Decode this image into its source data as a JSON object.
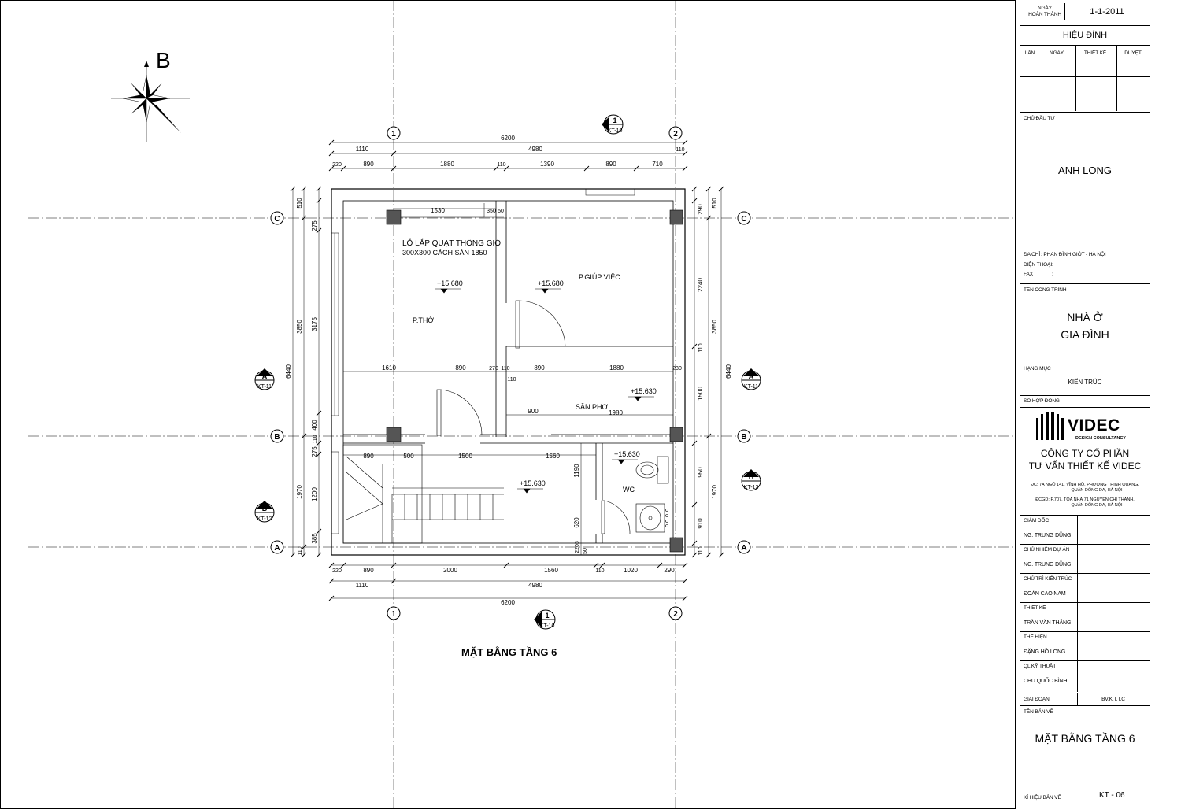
{
  "north": {
    "label": "B"
  },
  "plan": {
    "title": "MẶT BẰNG TẦNG 6",
    "grid_cols": [
      "1",
      "2"
    ],
    "grid_rows": [
      "C",
      "B",
      "A"
    ],
    "sections": {
      "a_left": "A",
      "a_left_ref": "KT-11",
      "a_right": "A",
      "a_right_ref": "KT-11",
      "b_left": "B",
      "b_left_ref": "KT-12",
      "b_right": "B",
      "b_right_ref": "KT-12",
      "one_top": "1",
      "one_top_ref": "KT-10",
      "one_bot": "1",
      "one_bot_ref": "KT-10"
    },
    "rooms": {
      "p_tho": "P.THỜ",
      "p_giup_viec": "P.GIÚP VIỆC",
      "san_phoi": "SÂN PHƠI",
      "wc": "WC"
    },
    "note_line1": "LỖ LẮP QUẠT THÔNG GIÓ",
    "note_line2": "300X300 CÁCH SÀN 1850",
    "levels": [
      "+15.680",
      "+15.680",
      "+15.630",
      "+15.630",
      "+15.630"
    ],
    "dims_top": [
      "6200",
      "1110",
      "4980",
      "110",
      "220",
      "890",
      "1880",
      "110",
      "1390",
      "890",
      "710"
    ],
    "dims_bottom": [
      "220",
      "890",
      "2000",
      "1560",
      "110",
      "1020",
      "290",
      "1110",
      "4980",
      "6200"
    ],
    "dims_left": [
      "510",
      "275",
      "3175",
      "3850",
      "6440",
      "400",
      "110",
      "275",
      "1200",
      "1970",
      "385",
      "110"
    ],
    "dims_right": [
      "290",
      "510",
      "2240",
      "3850",
      "110",
      "6440",
      "1500",
      "950",
      "1970",
      "910",
      "110"
    ],
    "dims_inner": [
      "1530",
      "350",
      "50",
      "1610",
      "890",
      "270",
      "110",
      "890",
      "1880",
      "230",
      "110",
      "900",
      "1980",
      "890",
      "500",
      "1500",
      "1560",
      "1190",
      "620",
      "2205",
      "50"
    ]
  },
  "title_block": {
    "completion_label_1": "NGÀY",
    "completion_label_2": "HOÀN THÀNH",
    "completion_date": "1-1-2011",
    "revision_title": "HIỆU ĐÍNH",
    "rev_cols": [
      "LẦN",
      "NGÀY",
      "THIẾT KẾ",
      "DUYỆT"
    ],
    "owner_label": "CHỦ ĐẦU TƯ",
    "owner": "ANH LONG",
    "address_label": "ĐA CHỈ",
    "address": ": PHAN ĐÌNH GIÓT - HÀ NỘI",
    "phone_label": "ĐIỆN THOẠI",
    "phone": ":",
    "fax_label": "FAX",
    "fax": ":",
    "project_label": "TÊN CÔNG TRÌNH",
    "project_line1": "NHÀ Ở",
    "project_line2": "GIA ĐÌNH",
    "category_label": "HẠNG MỤC",
    "category": "KIẾN TRÚC",
    "contract_label": "SỐ HỢP ĐỒNG",
    "company_logo": "VIDEC",
    "company_logo_sub": "DESIGN CONSULTANCY",
    "company_line1": "CÔNG TY CỔ PHẦN",
    "company_line2": "TƯ VẤN THIẾT KẾ VIDEC",
    "company_addr1": "ĐC: 7A NGÕ 141, VĨNH HỒ, PHƯỜNG THỊNH QUANG,",
    "company_addr2": "QUẬN ĐỐNG ĐA, HÀ NỘI",
    "company_addr3": "ĐCGD: P.707, TÒA NHÀ 71 NGUYỄN CHÍ THANH,",
    "company_addr4": "QUẬN ĐỐNG ĐA, HÀ NỘI",
    "roles": [
      {
        "role": "GIÁM ĐỐC",
        "name": "NG. TRUNG DŨNG"
      },
      {
        "role": "CHỦ NHIỆM DỰ ÁN",
        "name": "NG. TRUNG DŨNG"
      },
      {
        "role": "CHỦ TRÌ KIẾN TRÚC",
        "name": "ĐOÀN CAO NAM"
      },
      {
        "role": "THIẾT KẾ",
        "name": "TRẦN VĂN THẮNG"
      },
      {
        "role": "THỂ HIỆN",
        "name": "ĐẶNG HỒ LONG"
      },
      {
        "role": "QL KỸ THUẬT",
        "name": "CHU QUỐC BÌNH"
      }
    ],
    "phase_label": "GIAI ĐOẠN",
    "phase": "BV.K.T.T.C",
    "sheet_name_label": "TÊN BẢN VẼ",
    "sheet_name": "MẶT BẰNG TẦNG 6",
    "sheet_no_label": "KÍ HIỆU BẢN VẼ",
    "sheet_no": "KT - 06"
  }
}
